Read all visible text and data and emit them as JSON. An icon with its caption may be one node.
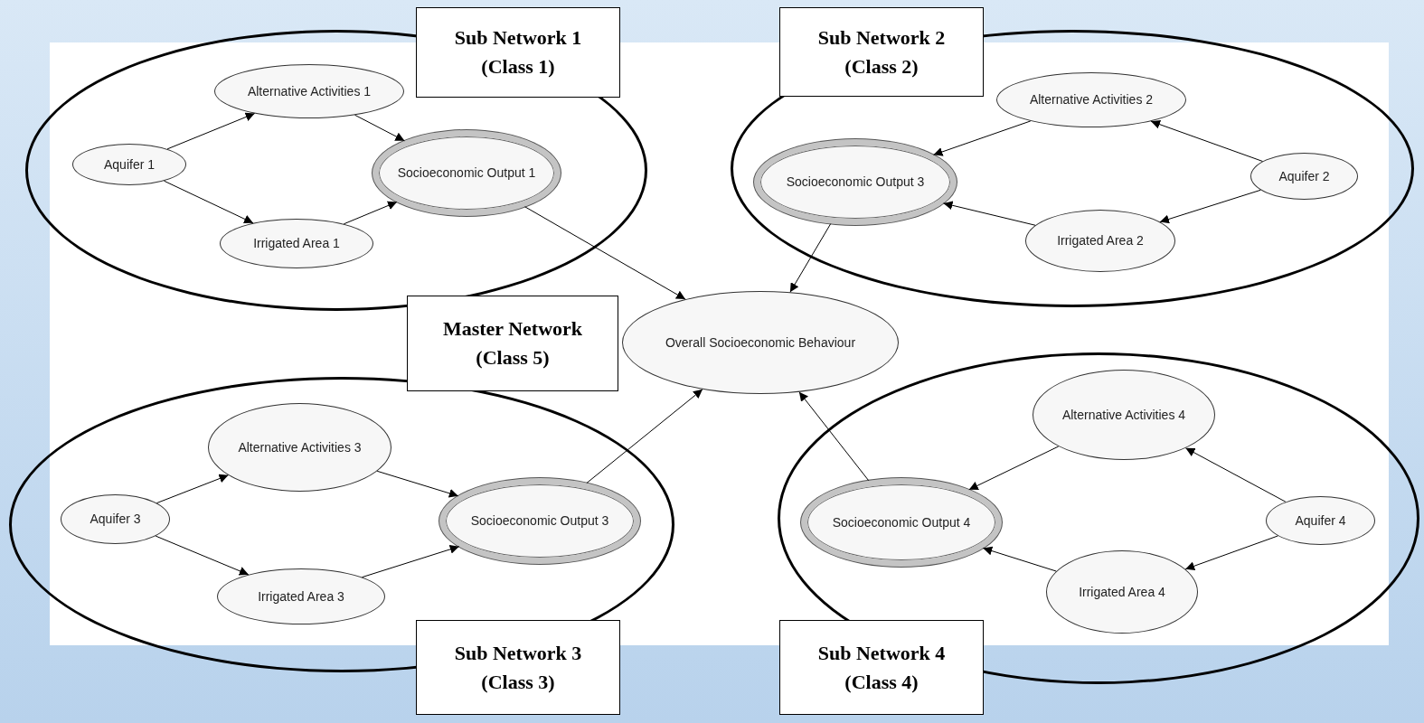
{
  "diagram": {
    "nodes": [
      {
        "text": [
          "Sub Network 1 (Class 1)"
        ]
      },
      {
        "text": [],
        "shape": "ellipse"
      },
      {
        "text": [
          "Aquifer 1"
        ],
        "in": 1
      },
      {
        "text": [
          "Alternative Activities 1"
        ],
        "in": 1
      },
      {
        "text": [
          "Irrigated Area 1"
        ],
        "in": 1
      },
      {
        "text": [
          "Socioeconomic Output 1"
        ],
        "in": 1
      },
      {
        "text": [
          "Sub Network 2 (Class 2)"
        ]
      },
      {
        "text": [],
        "shape": "ellipse"
      },
      {
        "text": [
          "Alternative Activities 2"
        ],
        "in": 7
      },
      {
        "text": [
          "Socioeconomic Output 3"
        ],
        "in": 7
      },
      {
        "text": [
          "Aquifer 2"
        ],
        "in": 7
      },
      {
        "text": [
          "Irrigated Area 2"
        ],
        "in": 7
      },
      {
        "text": [
          "Master Network (Class 5)"
        ]
      },
      {
        "text": [
          "Overall Socioeconomic Behaviour"
        ]
      },
      {
        "text": [],
        "shape": "ellipse"
      },
      {
        "text": [
          "Alternative Activities 3"
        ],
        "in": 14
      },
      {
        "text": [
          "Aquifer 3"
        ],
        "in": 14
      },
      {
        "text": [
          "Socioeconomic Output 3"
        ],
        "in": 14
      },
      {
        "text": [
          "Irrigated Area 3"
        ],
        "in": 14
      },
      {
        "text": [
          "Sub Network 3 (Class 3)"
        ]
      },
      {
        "text": [],
        "shape": "ellipse"
      },
      {
        "text": [
          "Alternative Activities 4"
        ],
        "in": 20
      },
      {
        "text": [
          "Socioeconomic Output 4"
        ],
        "in": 20
      },
      {
        "text": [
          "Aquifer 4"
        ],
        "in": 20
      },
      {
        "text": [
          "Irrigated Area 4"
        ],
        "in": 20
      },
      {
        "text": [
          "Sub Network 4 (Class 4)"
        ]
      }
    ],
    "edges": [
      {
        "from": 2,
        "to": 3,
        "arrow": "to"
      },
      {
        "from": 2,
        "to": 4,
        "arrow": "to"
      },
      {
        "from": 3,
        "to": 5,
        "arrow": "to"
      },
      {
        "from": 4,
        "to": 5,
        "arrow": "to"
      },
      {
        "from": 5,
        "to": 13,
        "arrow": "to"
      },
      {
        "from": 10,
        "to": 8,
        "arrow": "to"
      },
      {
        "from": 10,
        "to": 11,
        "arrow": "to"
      },
      {
        "from": 8,
        "to": 9,
        "arrow": "to"
      },
      {
        "from": 11,
        "to": 9,
        "arrow": "to"
      },
      {
        "from": 9,
        "to": 13,
        "arrow": "to"
      },
      {
        "from": 16,
        "to": 15,
        "arrow": "to"
      },
      {
        "from": 16,
        "to": 18,
        "arrow": "to"
      },
      {
        "from": 15,
        "to": 17,
        "arrow": "to"
      },
      {
        "from": 18,
        "to": 17,
        "arrow": "to"
      },
      {
        "from": 17,
        "to": 13,
        "arrow": "to"
      },
      {
        "from": 23,
        "to": 21,
        "arrow": "to"
      },
      {
        "from": 23,
        "to": 24,
        "arrow": "to"
      },
      {
        "from": 21,
        "to": 22,
        "arrow": "to"
      },
      {
        "from": 24,
        "to": 22,
        "arrow": "to"
      },
      {
        "from": 22,
        "to": 13,
        "arrow": "to"
      }
    ]
  }
}
